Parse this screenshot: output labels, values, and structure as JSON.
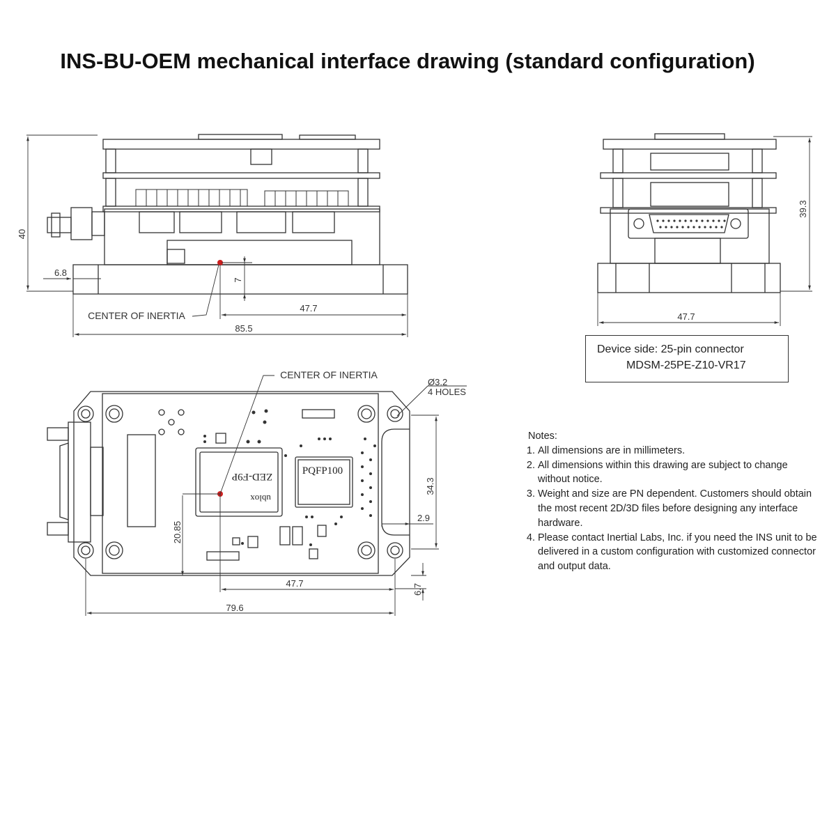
{
  "title": "INS-BU-OEM mechanical interface drawing (standard configuration)",
  "side_view": {
    "dim_height": "40",
    "dim_connector": "6.8",
    "dim_inertia_height": "7",
    "dim_inertia_x": "47.7",
    "dim_length": "85.5",
    "center_label": "CENTER OF INERTIA"
  },
  "front_view": {
    "dim_height": "39.3",
    "dim_width": "47.7"
  },
  "connector_box": {
    "line1": "Device side: 25-pin connector",
    "line2": "MDSM-25PE-Z10-VR17"
  },
  "top_view": {
    "center_label": "CENTER OF INERTIA",
    "hole_dim": "Ø3.2",
    "hole_count": "4 HOLES",
    "dim_width_right": "34.3",
    "dim_offset": "2.9",
    "dim_inertia_y": "20.85",
    "dim_inertia_x": "47.7",
    "dim_edge": "6.7",
    "dim_length": "79.6",
    "chip_label": "PQFP100",
    "gnss_label": "ZED-F9P",
    "brand_label": "ublox"
  },
  "notes": {
    "heading": "Notes:",
    "items": [
      "All dimensions are in millimeters.",
      "All dimensions within this drawing are subject to change without notice.",
      "Weight and size are PN dependent. Customers should obtain the most recent 2D/3D files before designing any interface hardware.",
      "Please contact Inertial Labs, Inc. if you need the INS unit to be delivered in a custom configuration with customized connector and output data."
    ]
  },
  "colors": {
    "line": "#333333",
    "center_mark": "#cc1f1f"
  }
}
